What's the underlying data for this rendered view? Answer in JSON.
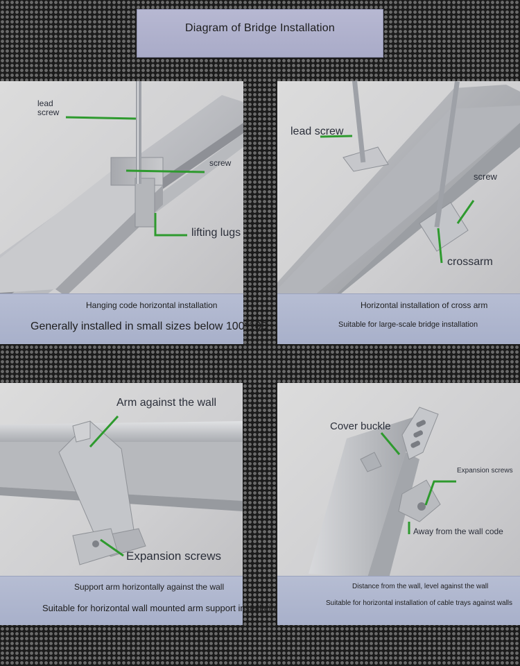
{
  "title": "Diagram of Bridge Installation",
  "colors": {
    "leader": "#2e9a2e",
    "caption_bg": "#aeb5cd",
    "title_bg": "#b1b2cd",
    "steel_light": "#e2e2e4",
    "steel_mid": "#b6b8bc",
    "steel_dark": "#8d9096"
  },
  "panels": [
    {
      "labels": {
        "lead_screw": "lead\nscrew",
        "screw": "screw",
        "lifting_lugs": "lifting lugs"
      },
      "caption": {
        "line1": "Hanging code horizontal installation",
        "line2": "Generally installed in small sizes below 100*100"
      }
    },
    {
      "labels": {
        "lead_screw": "lead screw",
        "screw": "screw",
        "crossarm": "crossarm"
      },
      "caption": {
        "line1": "Horizontal installation of cross arm",
        "line2": "Suitable for large-scale bridge installation"
      }
    },
    {
      "labels": {
        "arm_against_wall": "Arm against the wall",
        "expansion_screws": "Expansion screws"
      },
      "caption": {
        "line1": "Support arm horizontally against the wall",
        "line2": "Suitable for horizontal wall mounted arm support installation"
      }
    },
    {
      "labels": {
        "cover_buckle": "Cover buckle",
        "expansion_screws": "Expansion screws",
        "away_from_wall_code": "Away from the wall code"
      },
      "caption": {
        "line1": "Distance from the wall, level against the wall",
        "line2": "Suitable for horizontal installation of cable trays against walls"
      }
    }
  ]
}
